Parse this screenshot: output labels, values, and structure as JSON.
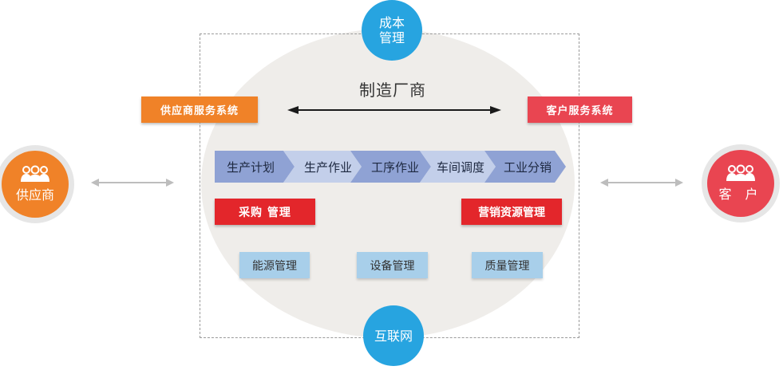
{
  "top_circle": {
    "line1": "成本",
    "line2": "管理"
  },
  "bottom_circle": {
    "label": "互联网"
  },
  "center_title": "制造厂商",
  "supplier_system": "供应商服务系统",
  "customer_system": "客户服务系统",
  "process_chain": [
    "生产计划",
    "生产作业",
    "工序作业",
    "车间调度",
    "工业分销"
  ],
  "procurement": "采购 管理",
  "marketing": "营销资源管理",
  "modules": [
    "能源管理",
    "设备管理",
    "质量管理"
  ],
  "supplier_node": "供应商",
  "customer_node": "客 户",
  "colors": {
    "blue": "#27a4e0",
    "orange": "#f08228",
    "red": "#e94551",
    "bright_red": "#e3262b",
    "light_blue": "#a8cfea",
    "chevron_dark": "#8fa2d4",
    "chevron_light": "#c3cfea",
    "ellipse": "#efedea"
  },
  "icons": [
    "people-group-icon",
    "double-arrow-icon"
  ]
}
